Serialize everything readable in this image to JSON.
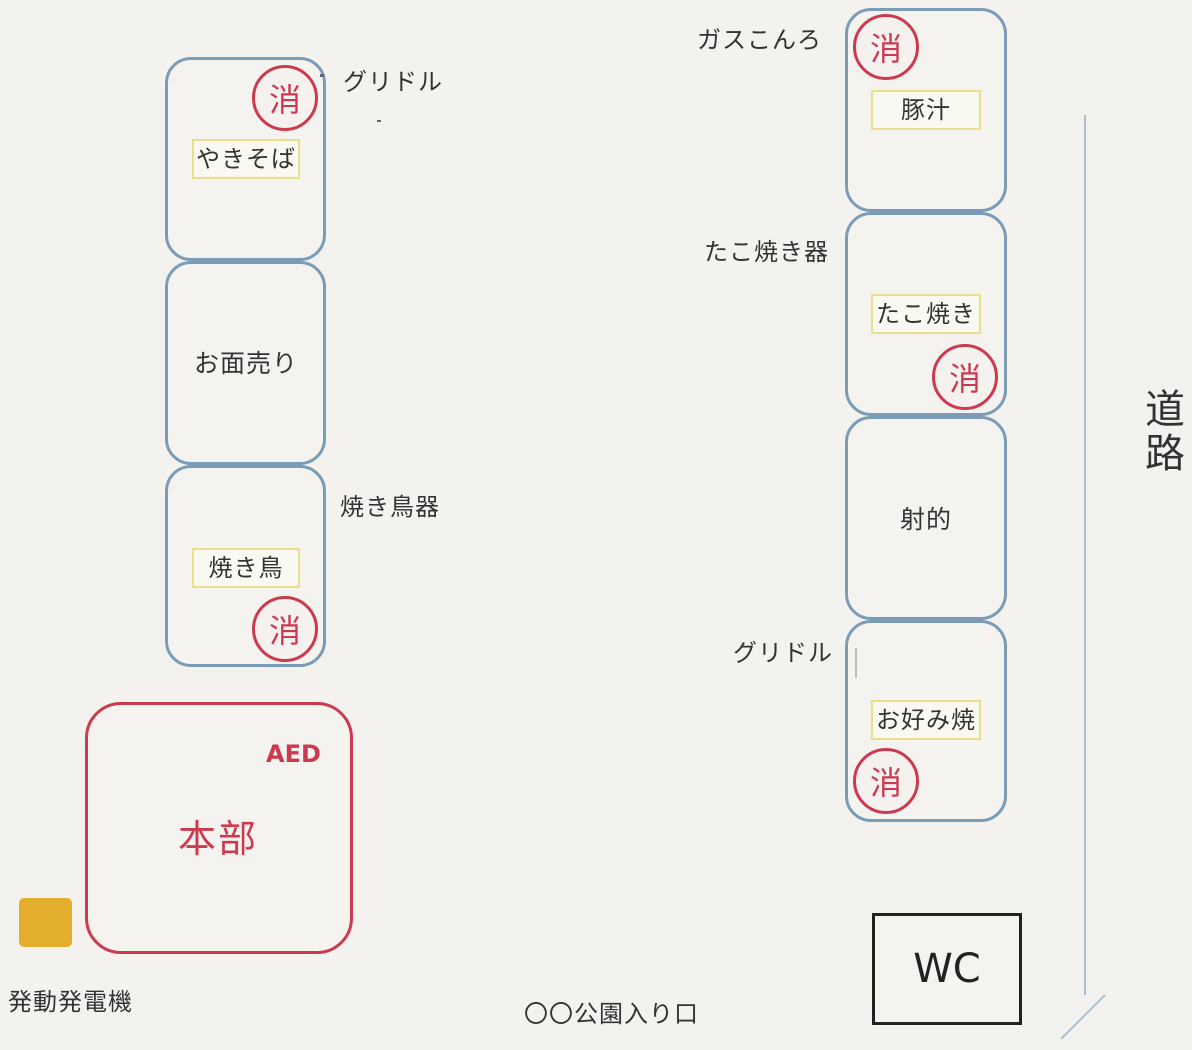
{
  "colors": {
    "booth_border": "#7a9cb6",
    "hq_accent": "#cc3a4f",
    "food_label_border": "#e9df8a",
    "generator": "#e2ae2c",
    "road_line": "#a9bfd0"
  },
  "extinguisher_label": "消",
  "booths": {
    "yakisoba": {
      "food": "やきそば",
      "equipment": "グリドル"
    },
    "mask_seller": {
      "label": "お面売り"
    },
    "yakitori": {
      "food": "焼き鳥",
      "equipment": "焼き鳥器"
    },
    "tonjiru": {
      "food": "豚汁",
      "equipment": "ガスこんろ"
    },
    "takoyaki": {
      "food": "たこ焼き",
      "equipment": "たこ焼き器"
    },
    "shooting": {
      "label": "射的"
    },
    "okonomiyaki": {
      "food": "お好み焼",
      "equipment": "グリドル"
    }
  },
  "headquarters": {
    "label": "本部",
    "aed": "AED"
  },
  "generator": {
    "label": "発動発電機"
  },
  "road": {
    "label": "道路"
  },
  "wc": {
    "label": "WC"
  },
  "entrance": {
    "label": "〇〇公園入り口"
  }
}
